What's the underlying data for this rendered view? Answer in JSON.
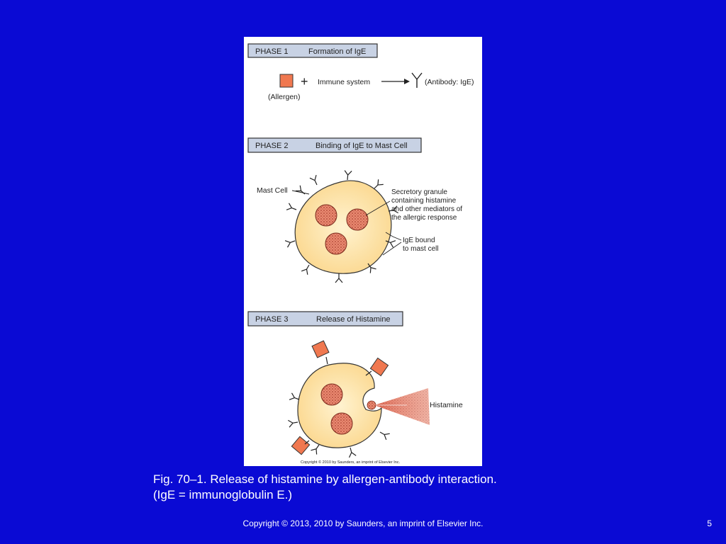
{
  "figure": {
    "phase1": {
      "label": "PHASE 1",
      "title": "Formation of IgE"
    },
    "phase2": {
      "label": "PHASE 2",
      "title": "Binding of IgE to Mast Cell"
    },
    "phase3": {
      "label": "PHASE 3",
      "title": "Release of Histamine"
    },
    "phase1_plus": "+",
    "phase1_immune": "Immune system",
    "phase1_antibody": "(Antibody: IgE)",
    "phase1_allergen": "(Allergen)",
    "mast_cell_label": "Mast Cell",
    "granule_label": [
      "Secretory granule",
      "containing histamine",
      "and other mediators of",
      "the allergic response"
    ],
    "ige_label": [
      "IgE bound",
      "to mast cell"
    ],
    "histamine_label": "Histamine",
    "figure_copyright": "Copyright © 2010 by Saunders, an imprint of Elsevier Inc."
  },
  "caption": {
    "line1": "Fig. 70–1. Release of histamine by allergen-antibody interaction.",
    "line2": "(IgE = immunoglobulin E.)"
  },
  "footer": {
    "copyright": "Copyright © 2013, 2010 by Saunders, an imprint of Elsevier Inc.",
    "slide_number": "5"
  },
  "colors": {
    "background": "#0a0ad4",
    "phase_header": "#c8d2e4",
    "allergen": "#f07850",
    "cell_fill": "#fde6a8",
    "granule": "#d0604a",
    "histamine_spray": "#e07060"
  }
}
